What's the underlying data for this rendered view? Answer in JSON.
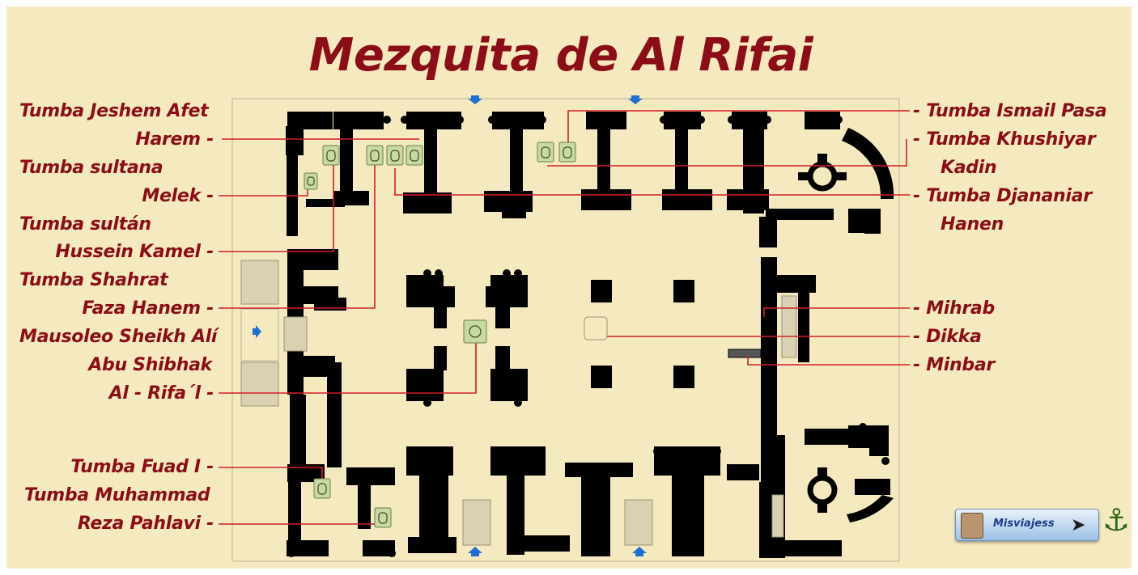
{
  "title": "Mezquita de Al Rifai",
  "labels_left": [
    {
      "id": "l1",
      "text": "Tumba Jeshem Afet"
    },
    {
      "id": "l2",
      "text": "Harem -"
    },
    {
      "id": "l3",
      "text": "Tumba sultana"
    },
    {
      "id": "l4",
      "text": "Melek -"
    },
    {
      "id": "l5",
      "text": "Tumba sultán"
    },
    {
      "id": "l6",
      "text": "Hussein Kamel -"
    },
    {
      "id": "l7",
      "text": "Tumba Shahrat"
    },
    {
      "id": "l8",
      "text": "Faza Hanem -"
    },
    {
      "id": "l9",
      "text": "Mausoleo Sheikh Alí"
    },
    {
      "id": "l10",
      "text": "Abu Shibhak"
    },
    {
      "id": "l11",
      "text": "Al - Rifa´l -"
    },
    {
      "id": "l12",
      "text": "Tumba Fuad I -"
    },
    {
      "id": "l13",
      "text": "Tumba Muhammad"
    },
    {
      "id": "l14",
      "text": "Reza Pahlavi -"
    }
  ],
  "labels_right": [
    {
      "id": "r1",
      "text": "- Tumba Ismail Pasa"
    },
    {
      "id": "r2",
      "text": "- Tumba Khushiyar"
    },
    {
      "id": "r3",
      "text": "Kadin"
    },
    {
      "id": "r4",
      "text": "- Tumba Djananiar"
    },
    {
      "id": "r5",
      "text": "Hanen"
    },
    {
      "id": "r6",
      "text": "- Mihrab"
    },
    {
      "id": "r7",
      "text": "- Dikka"
    },
    {
      "id": "r8",
      "text": "- Minbar"
    }
  ],
  "logo": {
    "text": "Misviajess"
  },
  "colors": {
    "background": "#f5e9bf",
    "text": "#8b0d17",
    "leader_line": "#d21f2b",
    "walls": "#000000",
    "entrance_arrow": "#1e6fd0",
    "tomb_icon": "#c9d9a2"
  },
  "icons": [
    "entrance-arrow-icon",
    "tomb-icon",
    "bird-icon",
    "hiker-icon"
  ]
}
